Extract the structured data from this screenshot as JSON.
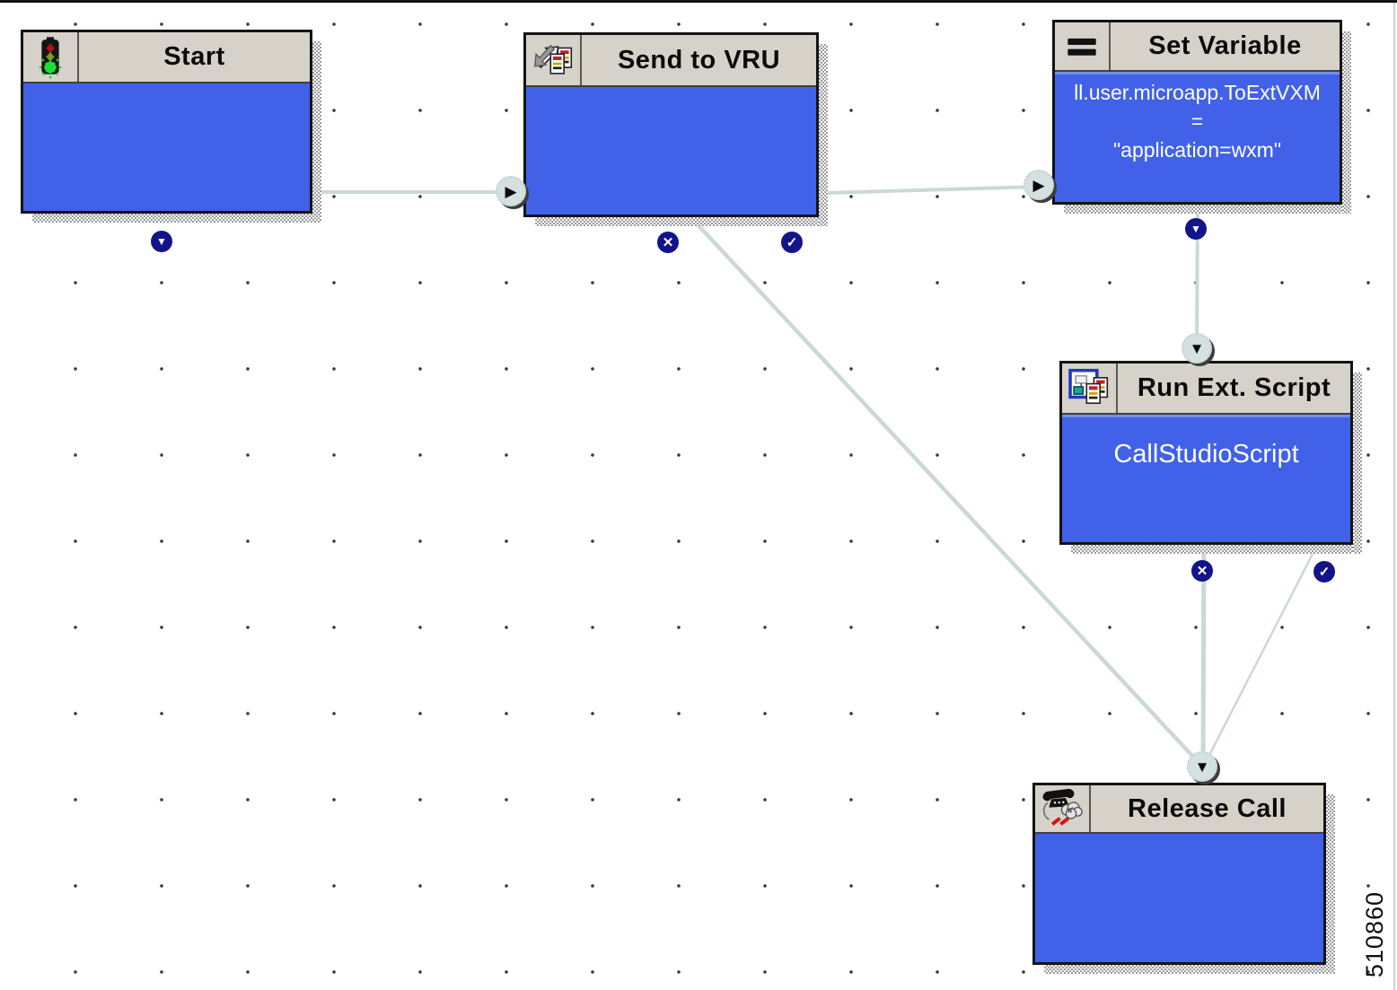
{
  "app": {
    "view": "call-flow-script-canvas"
  },
  "figure_label": "510860",
  "colors": {
    "node_body_blue": "#4161e8",
    "header_gray": "#d6d2c9",
    "connector_gray": "#cbd8d8",
    "port_navy": "#14148a",
    "endpoint_gray": "#d3e1e1"
  },
  "glyphs": {
    "down_arrow": "▼",
    "right_arrow": "▶",
    "failure_x": "✕",
    "success_check": "✓"
  },
  "nodes": {
    "start": {
      "title": "Start",
      "icon": "traffic-light-icon"
    },
    "send_to_vru": {
      "title": "Send to VRU",
      "icon": "transfer-arrows-icon"
    },
    "set_variable": {
      "title": "Set Variable",
      "icon": "equals-icon",
      "body_line1": "ll.user.microapp.ToExtVXM",
      "body_line2": "=",
      "body_line3": "\"application=wxm\""
    },
    "run_ext_script": {
      "title": "Run Ext. Script",
      "icon": "flowchart-script-icon",
      "body_line1": "CallStudioScript"
    },
    "release_call": {
      "title": "Release Call",
      "icon": "phone-hangup-icon"
    }
  }
}
